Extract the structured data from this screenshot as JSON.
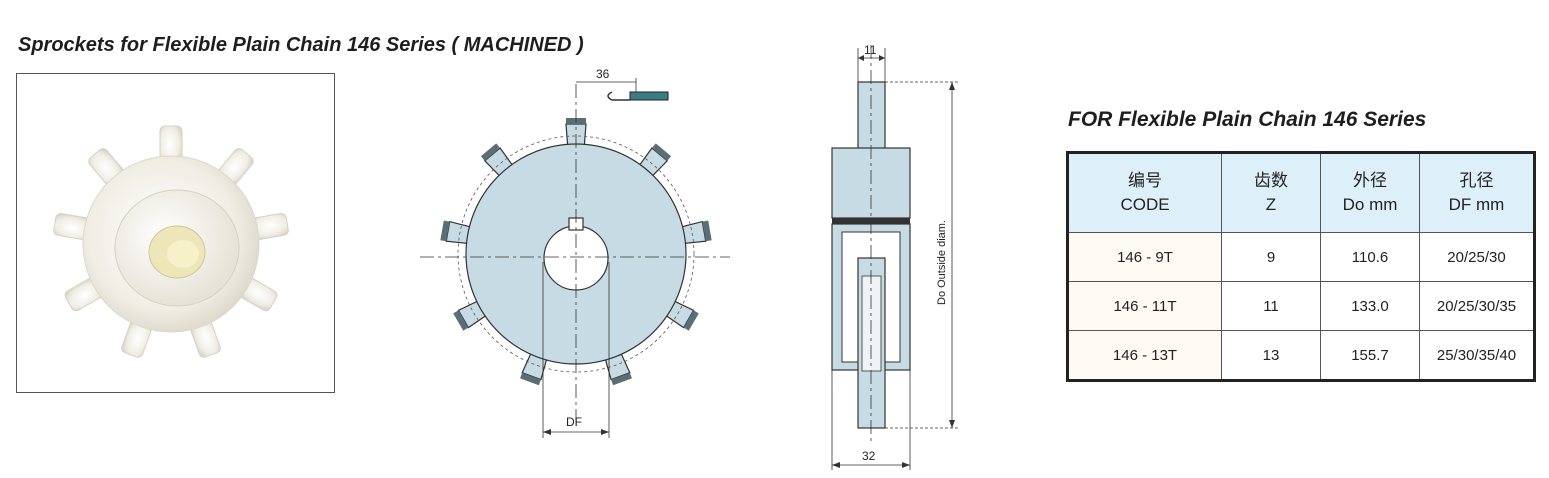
{
  "title": "Sprockets for Flexible Plain Chain 146 Series ( MACHINED )",
  "table_title": "FOR Flexible Plain Chain 146 Series",
  "table": {
    "headers": [
      {
        "cn": "编号",
        "en": "CODE"
      },
      {
        "cn": "齿数",
        "en": "Z"
      },
      {
        "cn": "外径",
        "en": "Do mm"
      },
      {
        "cn": "孔径",
        "en": "DF mm"
      }
    ],
    "rows": [
      {
        "code": "146 - 9T",
        "z": "9",
        "do": "110.6",
        "df": "20/25/30"
      },
      {
        "code": "146 - 11T",
        "z": "11",
        "do": "133.0",
        "df": "20/25/30/35"
      },
      {
        "code": "146 - 13T",
        "z": "13",
        "do": "155.7",
        "df": "25/30/35/40"
      }
    ]
  },
  "dimensions": {
    "pitch_width": "36",
    "bore": "DF",
    "hub_top": "11",
    "total_width": "32",
    "outside_diam": "Do  Outside diam."
  },
  "colors": {
    "part_fill": "#c6dbe3",
    "table_header_bg": "#ddf0fa",
    "photo_plastic": "#f2efe6"
  }
}
